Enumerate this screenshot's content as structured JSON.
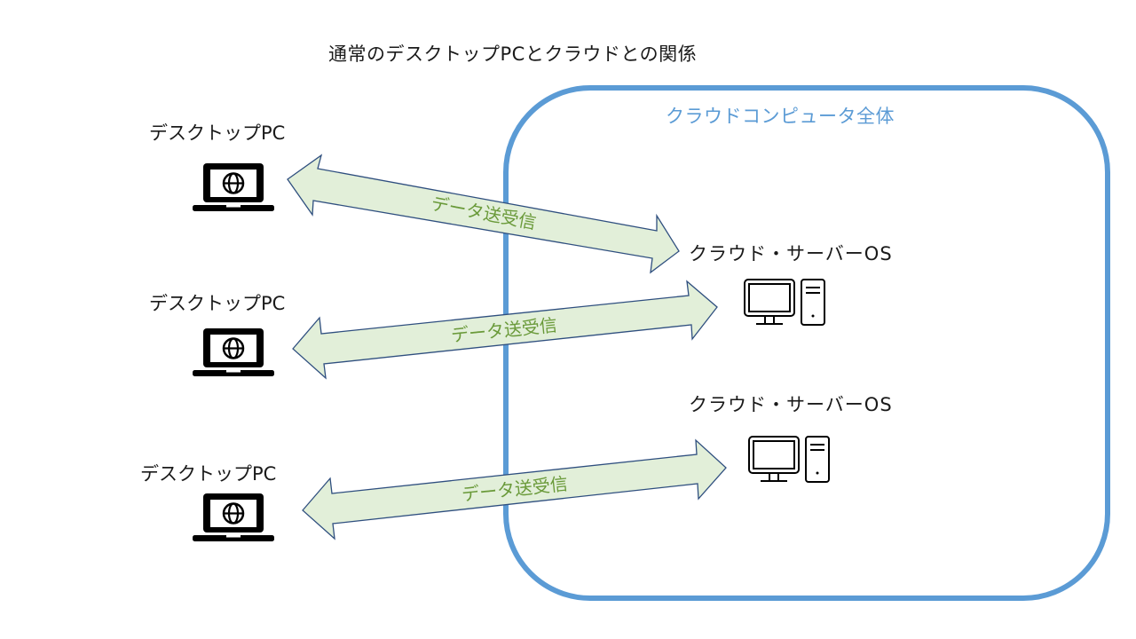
{
  "title": "通常のデスクトップPCとクラウドとの関係",
  "cloud_region": {
    "label": "クラウドコンピュータ全体",
    "border_color": "#5b9bd5"
  },
  "desktops": [
    {
      "label": "デスクトップPC",
      "icon": "laptop-globe-icon"
    },
    {
      "label": "デスクトップPC",
      "icon": "laptop-globe-icon"
    },
    {
      "label": "デスクトップPC",
      "icon": "laptop-globe-icon"
    }
  ],
  "servers": [
    {
      "label": "クラウド・サーバーOS",
      "icon": "desktop-computer-icon"
    },
    {
      "label": "クラウド・サーバーOS",
      "icon": "desktop-computer-icon"
    }
  ],
  "connections": [
    {
      "label": "データ送受信",
      "from": "desktop-1",
      "to": "server-1",
      "type": "bidirectional"
    },
    {
      "label": "データ送受信",
      "from": "desktop-2",
      "to": "server-1",
      "type": "bidirectional"
    },
    {
      "label": "データ送受信",
      "from": "desktop-3",
      "to": "server-2",
      "type": "bidirectional"
    }
  ],
  "colors": {
    "arrow_fill": "#e2efd9",
    "arrow_stroke": "#2f4f7f",
    "arrow_text": "#6a9a3a",
    "cloud_border": "#5b9bd5",
    "cloud_label": "#5b9bd5"
  }
}
